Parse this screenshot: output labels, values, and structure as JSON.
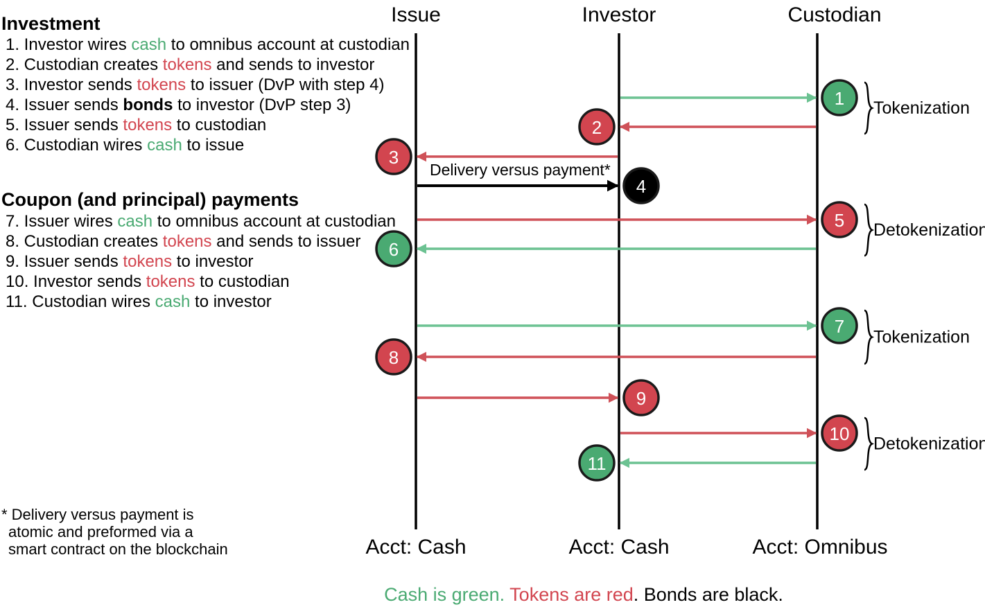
{
  "colors": {
    "green": "#4aaa72",
    "red": "#d2454f",
    "black": "#000000",
    "arrow_green": "#6cc292",
    "arrow_red": "#cf5158",
    "badge_stroke": "#1a1a1a"
  },
  "lanes": {
    "issue": "Issue",
    "investor": "Investor",
    "custodian": "Custodian"
  },
  "accounts": {
    "issue": "Acct: Cash",
    "investor": "Acct: Cash",
    "custodian": "Acct: Omnibus"
  },
  "investment": {
    "heading": "Investment",
    "steps": [
      [
        {
          "t": "1. Investor wires "
        },
        {
          "t": "cash",
          "c": "green"
        },
        {
          "t": " to omnibus account at custodian"
        }
      ],
      [
        {
          "t": "2. Custodian creates "
        },
        {
          "t": "tokens",
          "c": "red"
        },
        {
          "t": " and sends to investor"
        }
      ],
      [
        {
          "t": "3. Investor sends "
        },
        {
          "t": "tokens",
          "c": "red"
        },
        {
          "t": " to issuer (DvP with step 4)"
        }
      ],
      [
        {
          "t": "4. Issuer sends "
        },
        {
          "t": "bonds",
          "c": "bold"
        },
        {
          "t": " to investor (DvP step 3)"
        }
      ],
      [
        {
          "t": "5. Issuer sends "
        },
        {
          "t": "tokens",
          "c": "red"
        },
        {
          "t": " to custodian"
        }
      ],
      [
        {
          "t": "6. Custodian wires "
        },
        {
          "t": "cash",
          "c": "green"
        },
        {
          "t": " to issue"
        }
      ]
    ]
  },
  "coupon": {
    "heading": "Coupon (and principal) payments",
    "steps": [
      [
        {
          "t": "7. Issuer wires "
        },
        {
          "t": "cash",
          "c": "green"
        },
        {
          "t": " to omnibus account at custodian"
        }
      ],
      [
        {
          "t": "8. Custodian creates "
        },
        {
          "t": "tokens",
          "c": "red"
        },
        {
          "t": " and sends to issuer"
        }
      ],
      [
        {
          "t": "9. Issuer sends "
        },
        {
          "t": "tokens",
          "c": "red"
        },
        {
          "t": " to investor"
        }
      ],
      [
        {
          "t": "10. Investor sends "
        },
        {
          "t": "tokens",
          "c": "red"
        },
        {
          "t": " to custodian"
        }
      ],
      [
        {
          "t": "11. Custodian wires "
        },
        {
          "t": "cash",
          "c": "green"
        },
        {
          "t": " to investor"
        }
      ]
    ]
  },
  "footnote": [
    "* Delivery versus payment is",
    "atomic and preformed via a",
    "smart contract on the blockchain"
  ],
  "dvp_label": "Delivery versus payment*",
  "legend": [
    {
      "t": "Cash is green.",
      "c": "green"
    },
    {
      "t": " Tokens are red",
      "c": "red"
    },
    {
      "t": ". Bonds are black.",
      "c": "black"
    }
  ],
  "flows": [
    {
      "num": "1",
      "from": "investor",
      "to": "custodian",
      "color": "green"
    },
    {
      "num": "2",
      "from": "custodian",
      "to": "investor",
      "color": "red"
    },
    {
      "num": "3",
      "from": "investor",
      "to": "issue",
      "color": "red"
    },
    {
      "num": "4",
      "from": "issue",
      "to": "investor",
      "color": "black"
    },
    {
      "num": "5",
      "from": "issue",
      "to": "custodian",
      "color": "red"
    },
    {
      "num": "6",
      "from": "custodian",
      "to": "issue",
      "color": "green"
    },
    {
      "num": "7",
      "from": "issue",
      "to": "custodian",
      "color": "green"
    },
    {
      "num": "8",
      "from": "custodian",
      "to": "issue",
      "color": "red"
    },
    {
      "num": "9",
      "from": "issue",
      "to": "investor",
      "color": "red"
    },
    {
      "num": "10",
      "from": "investor",
      "to": "custodian",
      "color": "red"
    },
    {
      "num": "11",
      "from": "custodian",
      "to": "investor",
      "color": "green"
    }
  ],
  "phases": [
    {
      "label": "Tokenization",
      "steps": [
        "1",
        "2"
      ]
    },
    {
      "label": "Detokenization",
      "steps": [
        "5",
        "6"
      ]
    },
    {
      "label": "Tokenization",
      "steps": [
        "7",
        "8"
      ]
    },
    {
      "label": "Detokenization",
      "steps": [
        "10",
        "11"
      ]
    }
  ]
}
